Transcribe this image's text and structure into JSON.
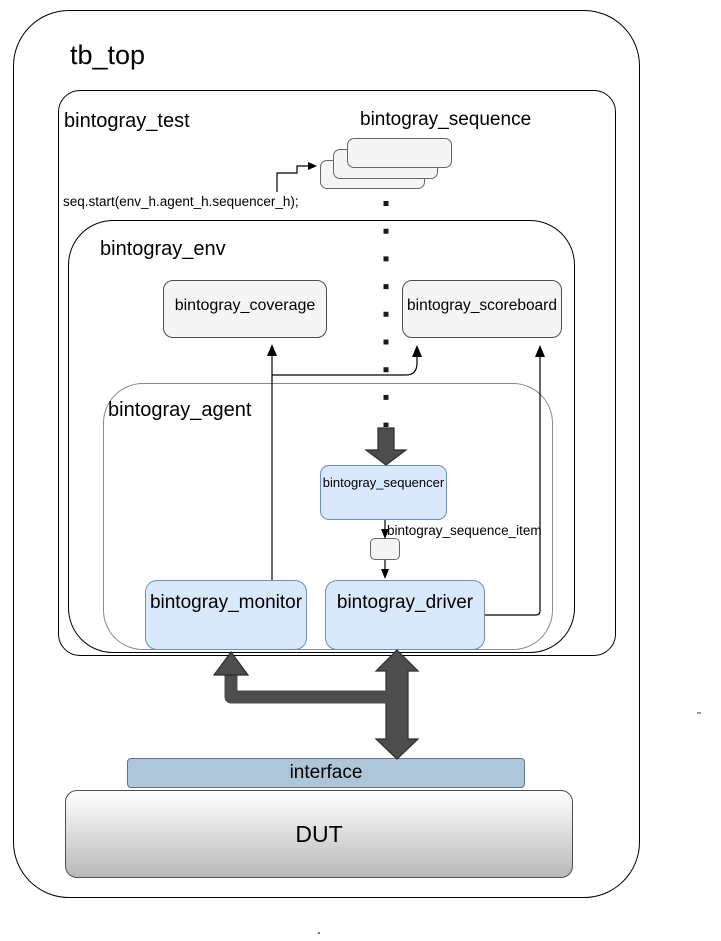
{
  "colors": {
    "node_blue_fill": "#dae8fc",
    "node_blue_border": "#6c8ebf",
    "node_gray_fill": "#f5f5f5",
    "node_gray_border": "#4d4d4d",
    "interface_fill": "#afc6d8",
    "interface_border": "#5d7689",
    "dut_gradient_top": "#ffffff",
    "dut_gradient_bottom": "#b9b9b9",
    "thick_arrow": "#4d4d4d",
    "line": "#000000",
    "agent_border": "#8a8a8a"
  },
  "labels": {
    "tb_top": "tb_top",
    "test": "bintogray_test",
    "sequence": "bintogray_sequence",
    "seq_start": "seq.start(env_h.agent_h.sequencer_h);",
    "env": "bintogray_env",
    "coverage": "bintogray_coverage",
    "scoreboard": "bintogray_scoreboard",
    "agent": "bintogray_agent",
    "sequencer": "bintogray_sequencer",
    "sequence_item": "bintogray_sequence_item",
    "monitor": "bintogray_monitor",
    "driver": "bintogray_driver",
    "interface": "interface",
    "dut": "DUT"
  }
}
